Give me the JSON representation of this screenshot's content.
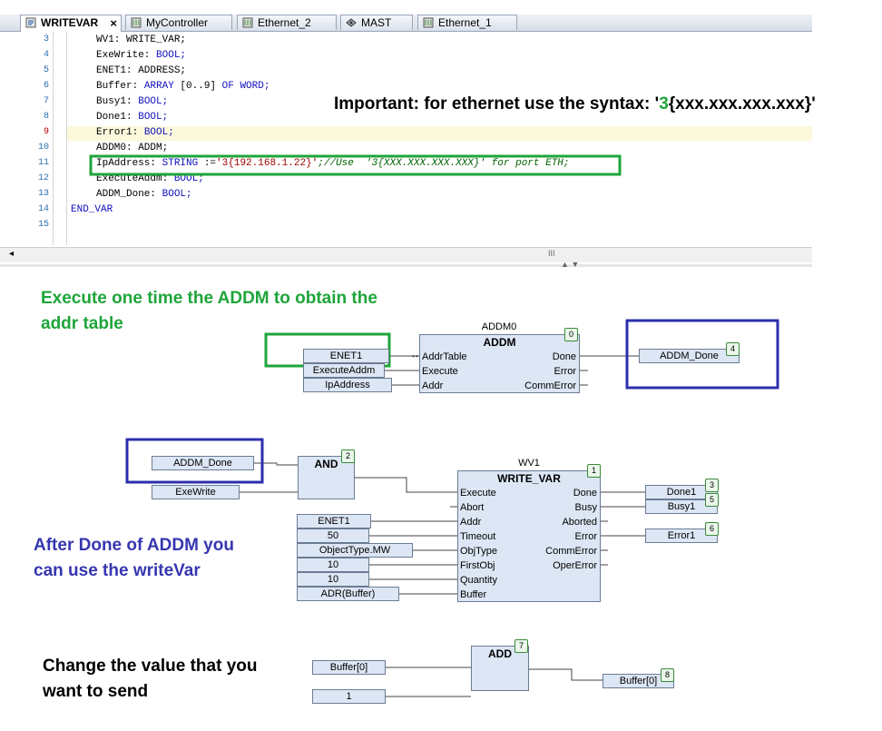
{
  "tabs": [
    {
      "label": "WRITEVAR",
      "active": true,
      "close": "×"
    },
    {
      "label": "MyController"
    },
    {
      "label": "Ethernet_2"
    },
    {
      "label": "MAST"
    },
    {
      "label": "Ethernet_1"
    }
  ],
  "code": {
    "line_numbers": [
      "3",
      "4",
      "5",
      "6",
      "7",
      "8",
      "9",
      "10",
      "11",
      "12",
      "13",
      "14",
      "15"
    ],
    "l3": "WV1: WRITE_VAR;",
    "l4a": "ExeWrite: ",
    "l4k": "BOOL;",
    "l5": "ENET1: ADDRESS;",
    "l6a": "Buffer: ",
    "l6k": "ARRAY",
    "l6b": " [0..9] ",
    "l6k2": "OF WORD;",
    "l7a": "Busy1: ",
    "l7k": "BOOL;",
    "l8a": "Done1: ",
    "l8k": "BOOL;",
    "l9a": "Error1: ",
    "l9k": "BOOL;",
    "l10": "ADDM0: ADDM;",
    "l11a": "IpAddress: ",
    "l11k": "STRING",
    "l11b": " :=",
    "l11s": "'3{192.168.1.22}'",
    "l11c": ";//Use  '3{XXX.XXX.XXX.XXX}' for port ETH;",
    "l12a": "ExecuteAddm: ",
    "l12k": "BOOL;",
    "l13a": "ADDM_Done: ",
    "l13k": "BOOL;",
    "l14": "END_VAR",
    "scroll_mark": "III"
  },
  "annotations": {
    "ethernet_prefix": "Important: for ethernet use the syntax: '",
    "ethernet_three": "3",
    "ethernet_suffix": "{xxx.xxx.xxx.xxx}'",
    "addm_line1": "Execute one time the ADDM to obtain the",
    "addm_line2": "addr table",
    "writevar_line1": "After Done of ADDM you",
    "writevar_line2": "can use the writeVar",
    "change_line1": "Change the value that you",
    "change_line2": "want to send"
  },
  "addm": {
    "instance": "ADDM0",
    "type": "ADDM",
    "badge": "0",
    "inputs": [
      "AddrTable",
      "Execute",
      "Addr"
    ],
    "outputs": [
      "Done",
      "Error",
      "CommError"
    ],
    "in_vars": [
      "ENET1",
      "ExecuteAddm",
      "IpAddress"
    ],
    "out_var": "ADDM_Done",
    "out_badge": "4"
  },
  "and_block": {
    "type": "AND",
    "badge": "2",
    "in_vars": [
      "ADDM_Done",
      "ExeWrite"
    ]
  },
  "writevar": {
    "instance": "WV1",
    "type": "WRITE_VAR",
    "badge": "1",
    "inputs": [
      "Execute",
      "Abort",
      "Addr",
      "Timeout",
      "ObjType",
      "FirstObj",
      "Quantity",
      "Buffer"
    ],
    "outputs": [
      "Done",
      "Busy",
      "Aborted",
      "Error",
      "CommError",
      "OperError"
    ],
    "in_vars": [
      "ENET1",
      "50",
      "ObjectType.MW",
      "10",
      "10",
      "ADR(Buffer)"
    ],
    "out_vars": [
      "Done1",
      "Busy1",
      "Error1"
    ],
    "out_badges": [
      "3",
      "5",
      "6"
    ]
  },
  "add_block": {
    "type": "ADD",
    "badge": "7",
    "in_vars": [
      "Buffer[0]",
      "1"
    ],
    "out_var": "Buffer[0]",
    "out_badge": "8"
  },
  "colors": {
    "green_box": "#1ea53a",
    "blue_box": "#2c2fae",
    "block_fill": "#dce6f4",
    "annot_green": "#1ea53a",
    "annot_blue": "#3636b0"
  }
}
